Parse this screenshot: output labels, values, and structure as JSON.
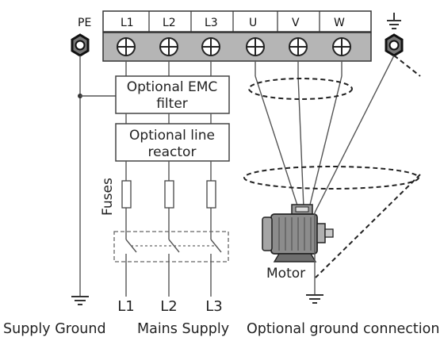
{
  "terminals": {
    "pe": "PE",
    "l1": "L1",
    "l2": "L2",
    "l3": "L3",
    "u": "U",
    "v": "V",
    "w": "W"
  },
  "boxes": {
    "emc_filter": [
      "Optional EMC",
      "filter"
    ],
    "line_reactor": [
      "Optional line",
      "reactor"
    ]
  },
  "labels": {
    "fuses": "Fuses",
    "motor": "Motor",
    "supply_l1": "L1",
    "supply_l2": "L2",
    "supply_l3": "L3"
  },
  "captions": {
    "supply_ground": "Supply Ground",
    "mains_supply": "Mains Supply",
    "optional_ground": "Optional ground connection"
  },
  "colors": {
    "screw_bar": "#b5b5b5",
    "line": "#555555",
    "dark": "#222222"
  }
}
